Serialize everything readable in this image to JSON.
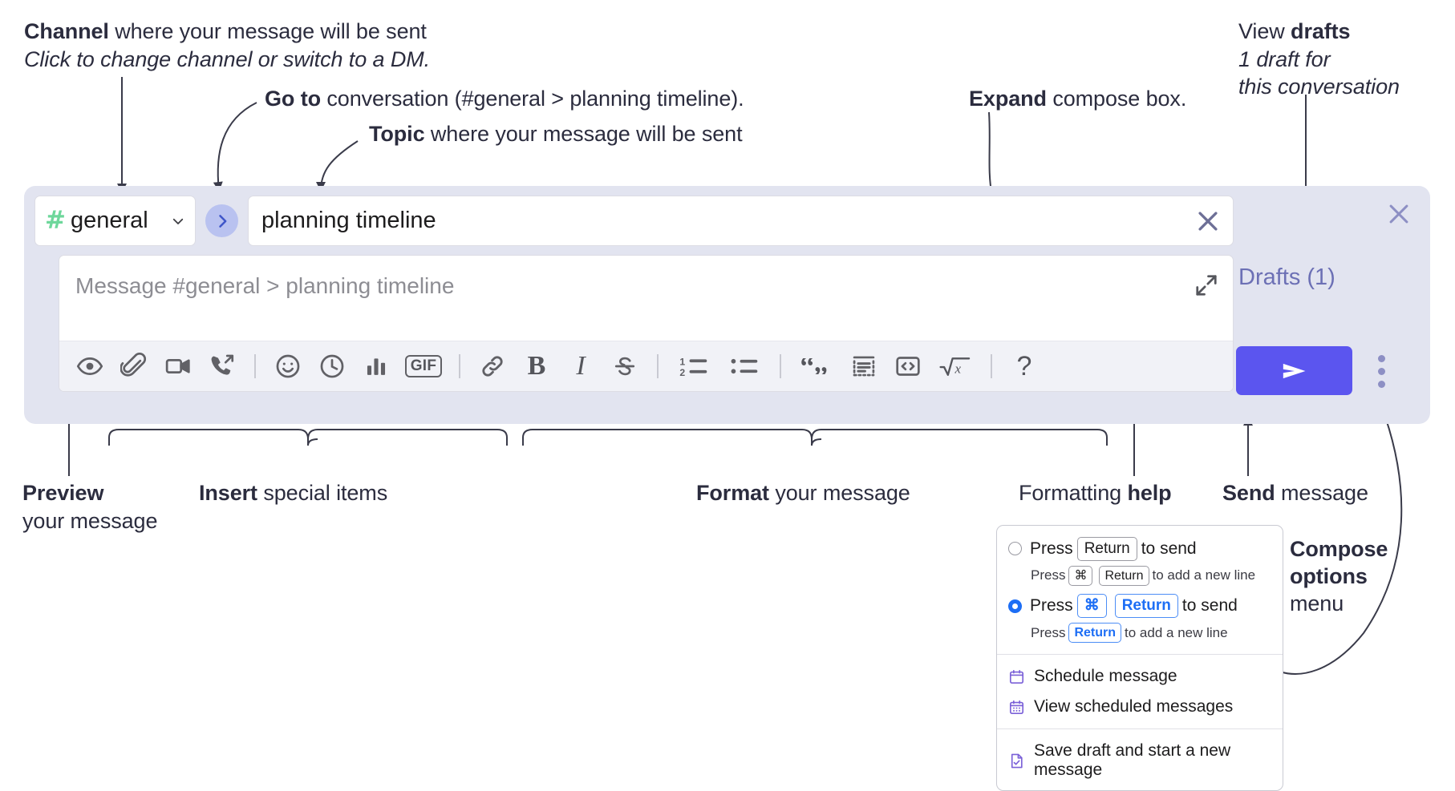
{
  "annotations": {
    "channel": {
      "bold": "Channel",
      "rest": " where your message will be sent",
      "sub": "Click to change channel or switch to a DM."
    },
    "goto": {
      "bold": "Go to",
      "rest": " conversation (#general > planning timeline)."
    },
    "topic": {
      "bold": "Topic",
      "rest": " where your message will be sent"
    },
    "expand": {
      "bold": "Expand",
      "rest": " compose box."
    },
    "drafts": {
      "lead": "View ",
      "bold": "drafts",
      "sub1": "1 draft for",
      "sub2": "this conversation"
    },
    "preview": {
      "bold": "Preview",
      "sub": "your message"
    },
    "insert": {
      "bold": "Insert",
      "rest": " special items"
    },
    "format": {
      "bold": "Format",
      "rest": " your message"
    },
    "help": {
      "lead": "Formatting ",
      "bold": "help"
    },
    "send": {
      "bold": "Send",
      "rest": " message"
    },
    "compose_options": {
      "bold1": "Compose",
      "bold2": "options",
      "rest": "menu"
    }
  },
  "compose": {
    "channel": {
      "hash": "#",
      "name": "general",
      "chevron_icon": "chevron-down-icon"
    },
    "goto_icon": "chevron-right-icon",
    "topic": {
      "value": "planning timeline",
      "clear_icon": "close-icon"
    },
    "message": {
      "placeholder": "Message #general > planning timeline",
      "value": "",
      "expand_icon": "expand-diagonal-icon"
    },
    "close_icon": "close-icon",
    "drafts_label": "Drafts (1)",
    "send_icon": "send-paper-plane-icon",
    "kebab_icon": "more-vertical-icon",
    "toolbar": [
      {
        "name": "preview-icon",
        "label": ""
      },
      {
        "name": "attachment-paperclip-icon",
        "label": ""
      },
      {
        "name": "video-camera-icon",
        "label": ""
      },
      {
        "name": "huddle-phone-icon",
        "label": ""
      },
      {
        "name": "divider",
        "label": ""
      },
      {
        "name": "emoji-smiley-icon",
        "label": ""
      },
      {
        "name": "clock-icon",
        "label": ""
      },
      {
        "name": "poll-bar-chart-icon",
        "label": ""
      },
      {
        "name": "gif-icon",
        "label": "GIF"
      },
      {
        "name": "divider",
        "label": ""
      },
      {
        "name": "link-icon",
        "label": ""
      },
      {
        "name": "bold-icon",
        "label": "B"
      },
      {
        "name": "italic-icon",
        "label": "I"
      },
      {
        "name": "strikethrough-icon",
        "label": "S"
      },
      {
        "name": "divider",
        "label": ""
      },
      {
        "name": "ordered-list-icon",
        "label": ""
      },
      {
        "name": "bulleted-list-icon",
        "label": ""
      },
      {
        "name": "divider",
        "label": ""
      },
      {
        "name": "blockquote-icon",
        "label": ""
      },
      {
        "name": "code-block-icon",
        "label": ""
      },
      {
        "name": "code-icon",
        "label": ""
      },
      {
        "name": "math-sqrt-icon",
        "label": ""
      },
      {
        "name": "divider",
        "label": ""
      },
      {
        "name": "formatting-help-icon",
        "label": "?"
      }
    ]
  },
  "menu": {
    "option1": {
      "selected": false,
      "pre": "Press",
      "key": "Return",
      "post": "to send",
      "sub_pre": "Press",
      "sub_key1": "⌘",
      "sub_key2": "Return",
      "sub_post": "to add a new line"
    },
    "option2": {
      "selected": true,
      "pre": "Press",
      "key1": "⌘",
      "key2": "Return",
      "post": "to send",
      "sub_pre": "Press",
      "sub_key": "Return",
      "sub_post": "to add a new line"
    },
    "items": [
      {
        "icon": "calendar-schedule-icon",
        "label": "Schedule message"
      },
      {
        "icon": "calendar-grid-icon",
        "label": "View scheduled messages"
      },
      {
        "icon": "save-draft-icon",
        "label": "Save draft and start a new message"
      }
    ]
  },
  "colors": {
    "compose_bg": "#e2e4f0",
    "send_button": "#5b55ef",
    "hash_green": "#6ed79b",
    "drafts_purple": "#6c70b5",
    "goto_blue": "#b9c2f0",
    "key_blue": "#1d6ef5",
    "annotation_ink": "#2b2c3e"
  }
}
